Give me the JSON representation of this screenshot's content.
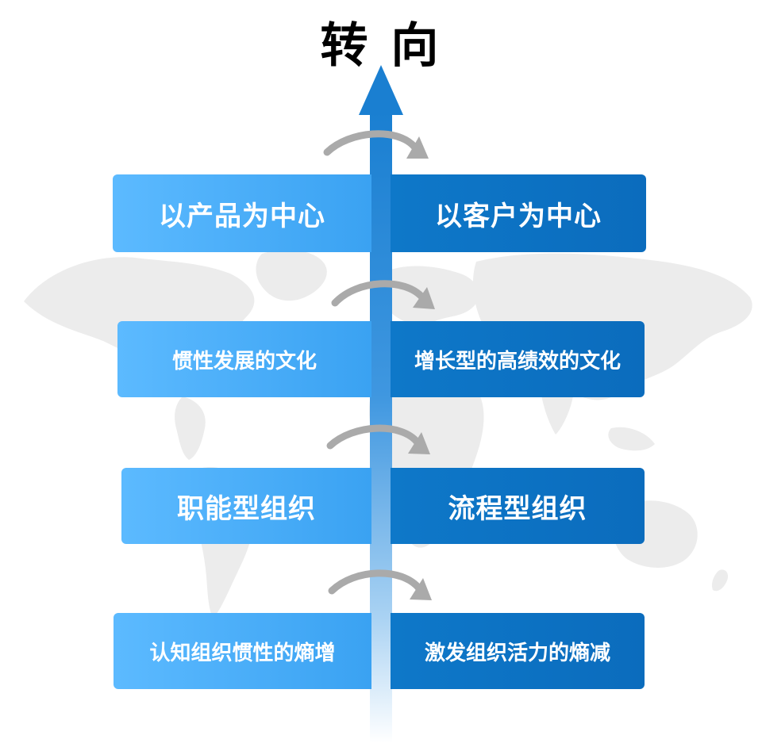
{
  "title": "转 向",
  "colors": {
    "left_box": "#4db0fa",
    "right_box": "#0d72c4",
    "arrow": "#1a86d6",
    "curve_arrow": "#a8a8a8",
    "map": "#ececec"
  },
  "rows": [
    {
      "from": "以产品为中心",
      "to": "以客户为中心"
    },
    {
      "from": "惯性发展的文化",
      "to": "增长型的高绩效的文化"
    },
    {
      "from": "职能型组织",
      "to": "流程型组织"
    },
    {
      "from": "认知组织惯性的熵增",
      "to": "激发组织活力的熵减"
    }
  ]
}
